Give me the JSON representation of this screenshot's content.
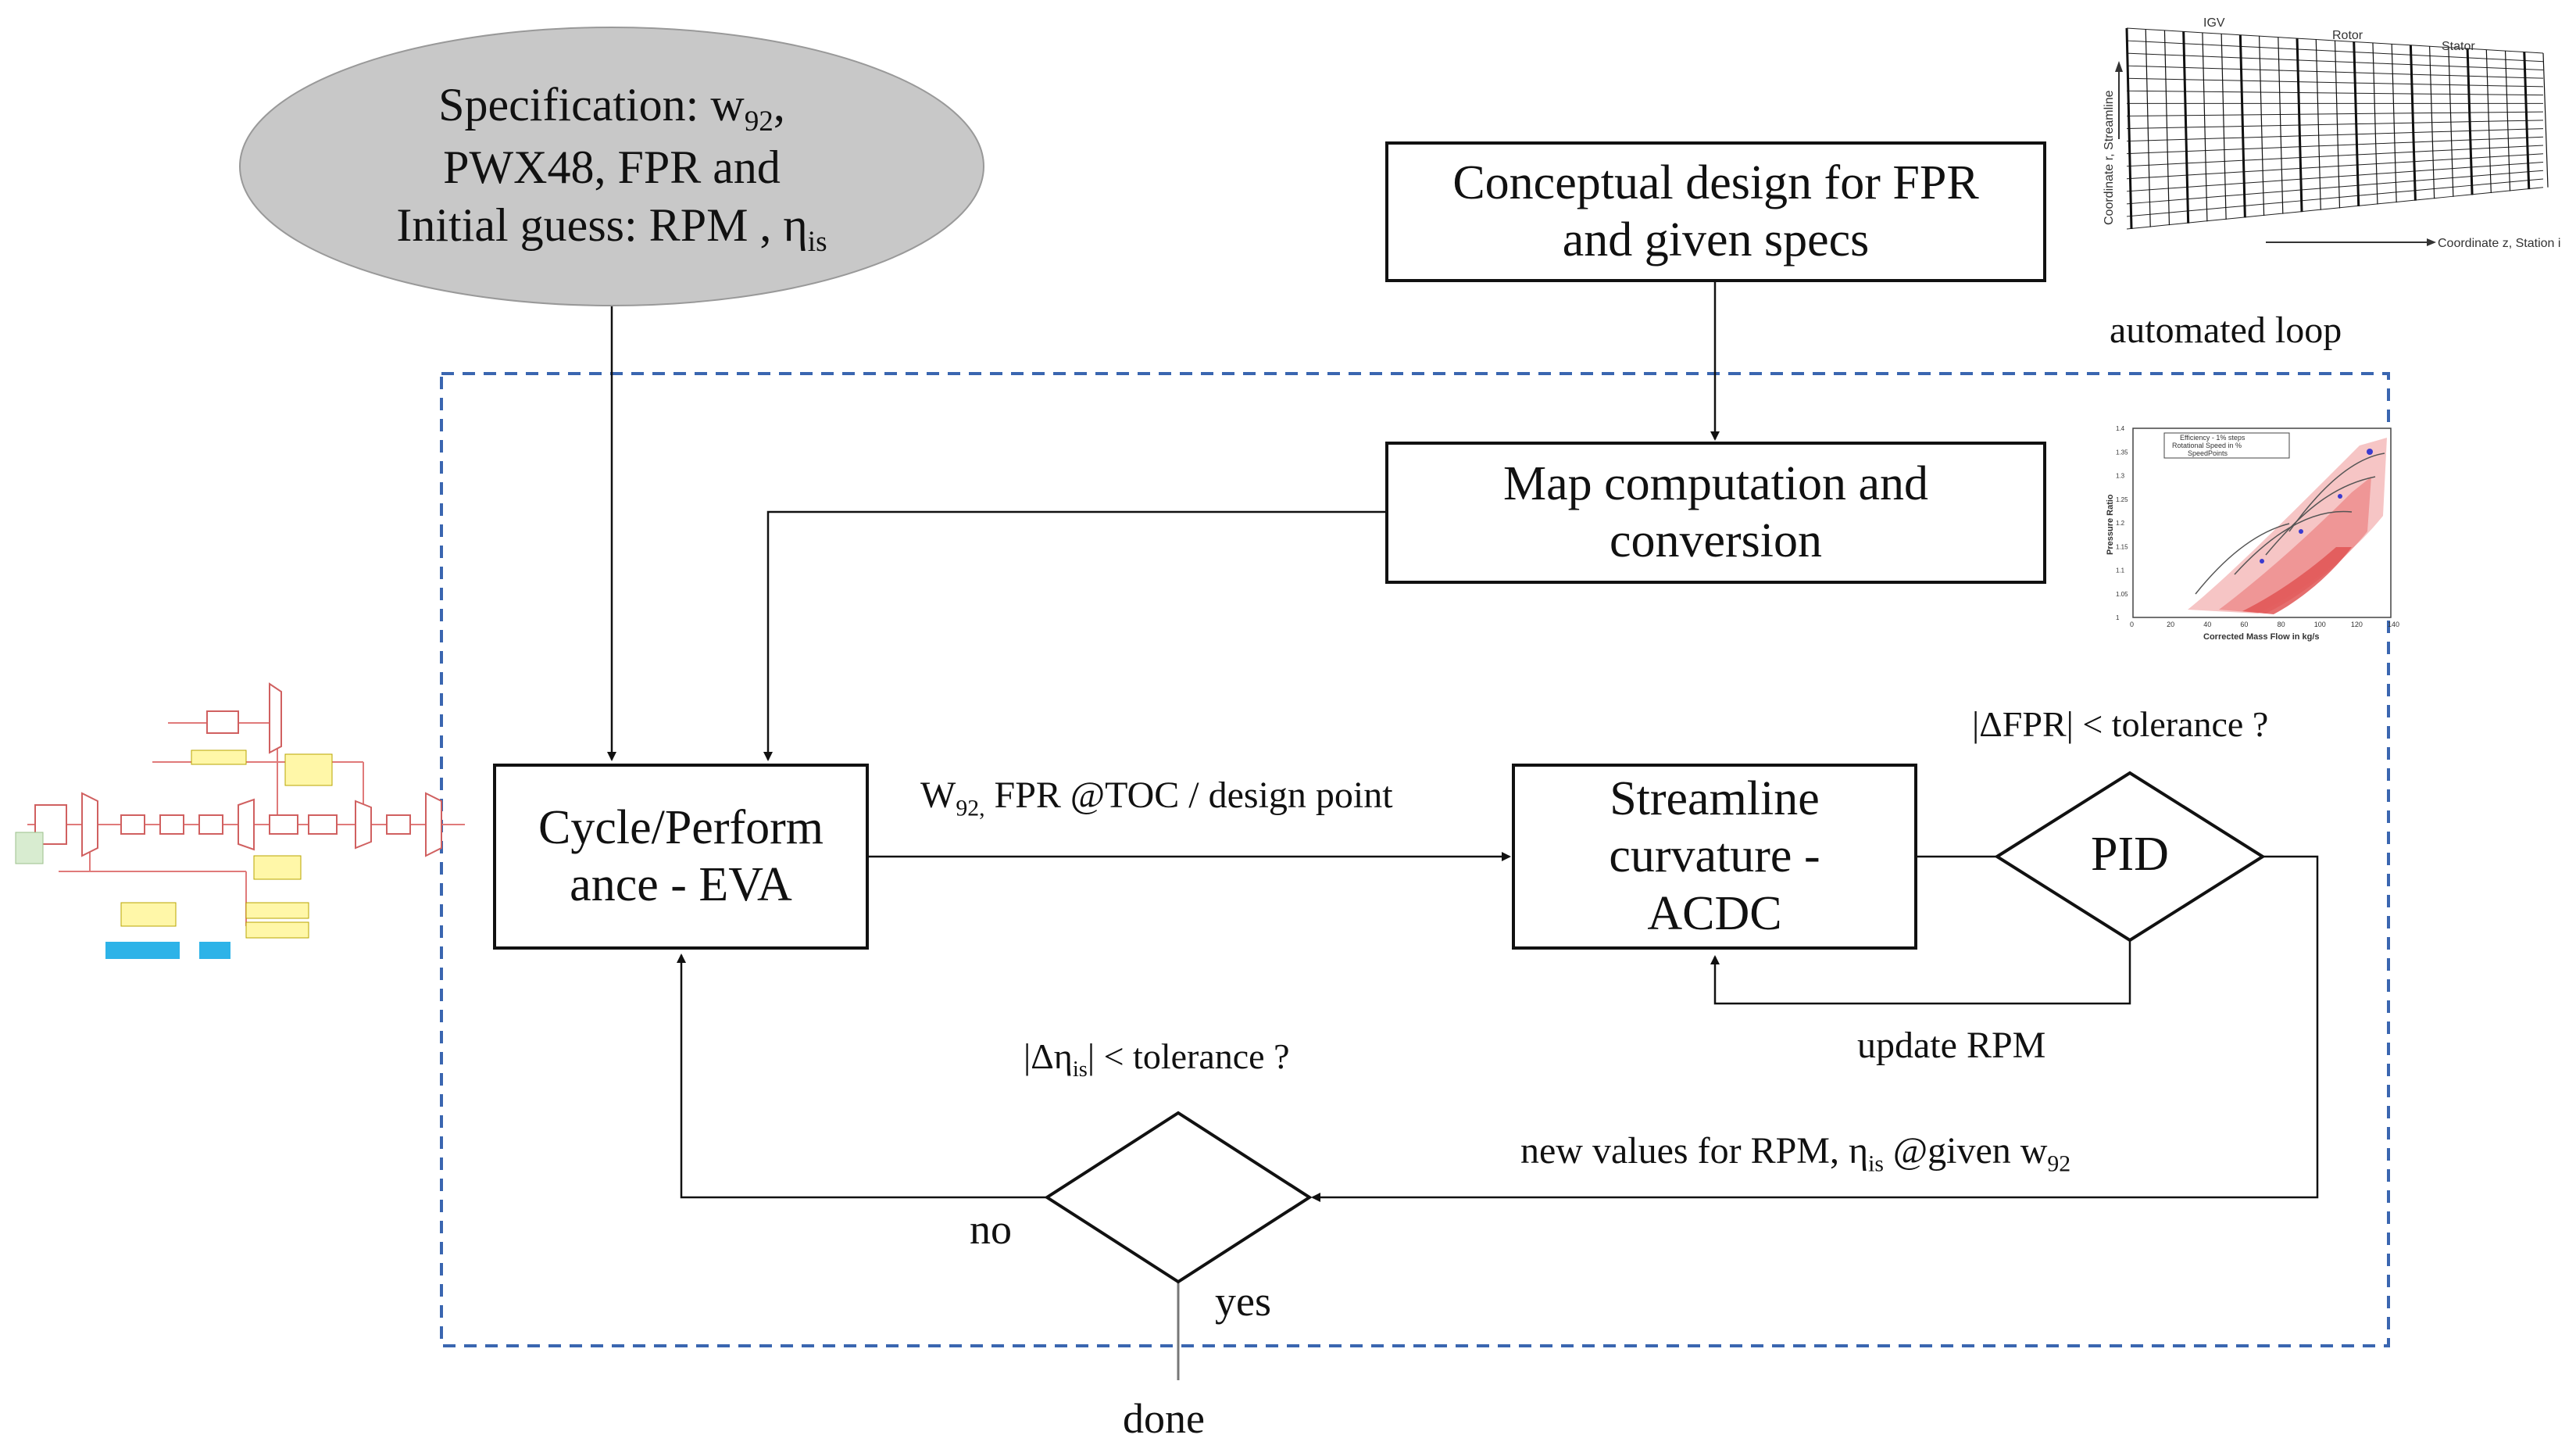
{
  "spec": {
    "line1_prefix": "Specification: w",
    "line1_sub": "92",
    "line1_suffix": ",",
    "line2": "PWX48, FPR and",
    "line3_prefix": "Initial guess: RPM , η",
    "line3_sub": "is"
  },
  "boxes": {
    "conceptual_line1": "Conceptual design for FPR",
    "conceptual_line2": "and given specs",
    "map_line1": "Map computation and",
    "map_line2": "conversion",
    "cycle_line1": "Cycle/Perform",
    "cycle_line2": "ance - EVA",
    "streamline_line1": "Streamline",
    "streamline_line2": "curvature -",
    "streamline_line3": "ACDC",
    "pid": "PID"
  },
  "labels": {
    "automated_loop": "automated loop",
    "arrow_w92_prefix": "W",
    "arrow_w92_sub": "92,",
    "arrow_w92_suffix": " FPR @TOC / design point",
    "dfpr": "|ΔFPR| < tolerance ?",
    "update_rpm": "update RPM",
    "deta_prefix": "|Δη",
    "deta_sub": "is",
    "deta_suffix": "| < tolerance ?",
    "new_values_prefix": "new values for RPM, η",
    "new_values_sub": "is",
    "new_values_mid": " @given w",
    "new_values_sub2": "92",
    "no": "no",
    "yes": "yes",
    "done": "done"
  },
  "thumbnails": {
    "sc_grid": {
      "labels": [
        "IGV",
        "Rotor",
        "Stator",
        "Coordinate r, Streamline",
        "Coordinate z, Station i"
      ]
    },
    "compressor_map": {
      "legend": [
        "Efficiency - 1% steps",
        "Rotational Speed in %",
        "SpeedPoints"
      ],
      "xlabel": "Corrected Mass Flow in kg/s",
      "ylabel": "Pressure Ratio",
      "xticks": [
        "0",
        "20",
        "40",
        "60",
        "80",
        "100",
        "120",
        "140"
      ],
      "yticks": [
        "1",
        "1.05",
        "1.1",
        "1.15",
        "1.2",
        "1.25",
        "1.3",
        "1.35",
        "1.4"
      ]
    },
    "cycle_schematic": {
      "name": "engine cycle model schematic"
    }
  },
  "colors": {
    "loop_dash": "#3a66b0",
    "ellipse_fill": "#c8c8c8",
    "line": "#111111"
  }
}
